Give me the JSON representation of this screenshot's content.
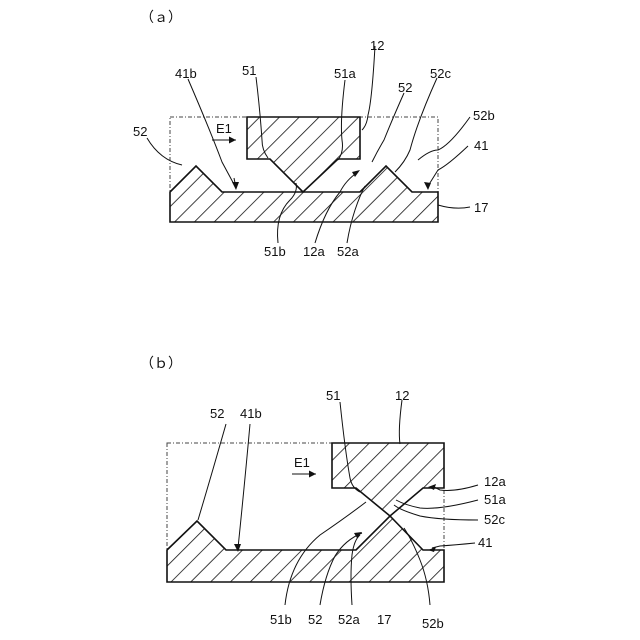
{
  "panel_a": {
    "title": "（ａ）",
    "labels": {
      "l12": "12",
      "l51": "51",
      "l51a": "51a",
      "l41b": "41b",
      "l52_top": "52",
      "l52c": "52c",
      "l52b": "52b",
      "l52_left": "52",
      "lE1": "E1",
      "l41": "41",
      "l17": "17",
      "l51b": "51b",
      "l12a": "12a",
      "l52a": "52a"
    }
  },
  "panel_b": {
    "title": "（ｂ）",
    "labels": {
      "l52_top": "52",
      "l41b": "41b",
      "l51": "51",
      "l12": "12",
      "lE1": "E1",
      "l12a": "12a",
      "l51a": "51a",
      "l52c": "52c",
      "l41": "41",
      "l51b": "51b",
      "l52_bottom": "52",
      "l52a": "52a",
      "l17": "17",
      "l52b": "52b"
    }
  }
}
